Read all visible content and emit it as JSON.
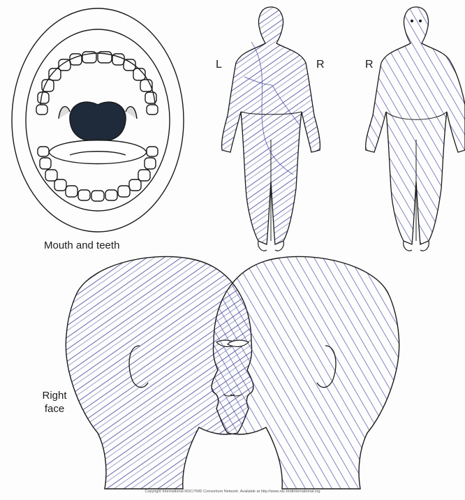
{
  "diagrams": {
    "mouth": {
      "label": "Mouth and teeth"
    },
    "body_back": {
      "left_marker": "L",
      "right_marker": "R"
    },
    "body_front": {
      "right_marker": "R"
    },
    "head_right": {
      "label_line1": "Right",
      "label_line2": "face"
    }
  },
  "colors": {
    "ink": "#1a1a1a",
    "shading": "#3b3f9a",
    "throat": "#1f2a3a"
  },
  "footer": {
    "copyright": "Copyright International RDC/TMD Consortium Network. Available at http://www.rdc-tmdinternational.org"
  }
}
